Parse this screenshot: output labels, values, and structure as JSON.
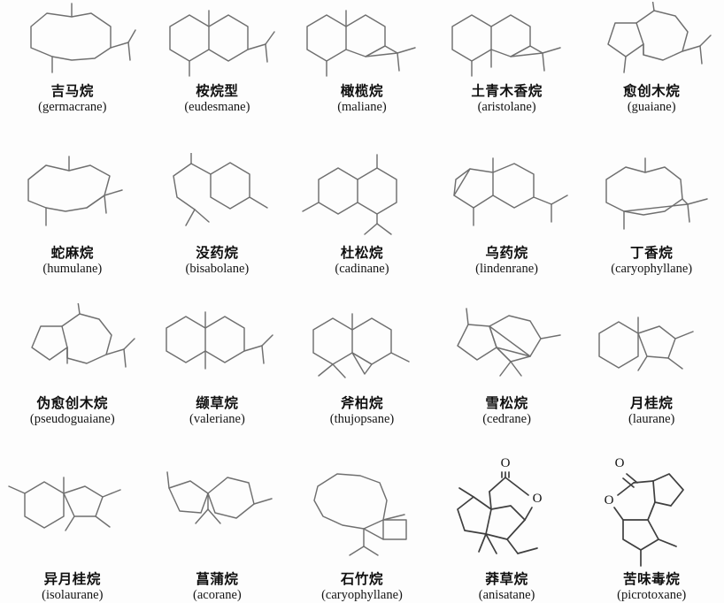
{
  "page": {
    "kind": "figure-plate",
    "caption": "",
    "grid": {
      "columns": 5,
      "rows": 4
    },
    "ink_color": "#6f6f6f",
    "background_color": "#fdfdfd",
    "text_color": "#101010"
  },
  "items": [
    {
      "cn": "吉马烷",
      "en": "(germacrane)",
      "skeleton": "cyclodecane-monocyclic",
      "icon": "germacrane-skeleton-icon"
    },
    {
      "cn": "桉烷型",
      "en": "(eudesmane)",
      "skeleton": "decalin-bicyclic",
      "icon": "eudesmane-skeleton-icon"
    },
    {
      "cn": "橄榄烷",
      "en": "(maliane)",
      "skeleton": "decalin-cyclopropane",
      "icon": "maliane-skeleton-icon"
    },
    {
      "cn": "土青木香烷",
      "en": "(aristolane)",
      "skeleton": "decalin-cyclopropane",
      "icon": "aristolane-skeleton-icon"
    },
    {
      "cn": "愈创木烷",
      "en": "(guaiane)",
      "skeleton": "hydroazulene-5-7",
      "icon": "guaiane-skeleton-icon"
    },
    {
      "cn": "蛇麻烷",
      "en": "(humulane)",
      "skeleton": "cycloundecane-monocyclic",
      "icon": "humulane-skeleton-icon"
    },
    {
      "cn": "没药烷",
      "en": "(bisabolane)",
      "skeleton": "cyclohexane-sidechain",
      "icon": "bisabolane-skeleton-icon"
    },
    {
      "cn": "杜松烷",
      "en": "(cadinane)",
      "skeleton": "decalin-bicyclic",
      "icon": "cadinane-skeleton-icon"
    },
    {
      "cn": "乌药烷",
      "en": "(lindenrane)",
      "skeleton": "decalin-cyclopropane",
      "icon": "lindenrane-skeleton-icon"
    },
    {
      "cn": "丁香烷",
      "en": "(caryophyllane)",
      "skeleton": "bicycloundecane",
      "icon": "caryophyllane-skeleton-icon"
    },
    {
      "cn": "伪愈创木烷",
      "en": "(pseudoguaiane)",
      "skeleton": "hydroazulene-5-7",
      "icon": "pseudoguaiane-skeleton-icon"
    },
    {
      "cn": "缬草烷",
      "en": "(valeriane)",
      "skeleton": "decalin-bicyclic",
      "icon": "valeriane-skeleton-icon"
    },
    {
      "cn": "斧柏烷",
      "en": "(thujopsane)",
      "skeleton": "decalin-cyclopropane",
      "icon": "thujopsane-skeleton-icon"
    },
    {
      "cn": "雪松烷",
      "en": "(cedrane)",
      "skeleton": "tricyclic-cedrane",
      "icon": "cedrane-skeleton-icon"
    },
    {
      "cn": "月桂烷",
      "en": "(laurane)",
      "skeleton": "cyclohexane-cyclopentane",
      "icon": "laurane-skeleton-icon"
    },
    {
      "cn": "异月桂烷",
      "en": "(isolaurane)",
      "skeleton": "cyclohexane-cyclopentane",
      "icon": "isolaurane-skeleton-icon"
    },
    {
      "cn": "菖蒲烷",
      "en": "(acorane)",
      "skeleton": "spiro-cyclopentane-cyclohexane",
      "icon": "acorane-skeleton-icon"
    },
    {
      "cn": "石竹烷",
      "en": "(caryophyllane)",
      "skeleton": "cyclobutane-cyclononane",
      "icon": "caryophyllane-2-skeleton-icon"
    },
    {
      "cn": "莽草烷",
      "en": "(anisatane)",
      "skeleton": "lactone-tricyclic",
      "icon": "anisatane-skeleton-icon"
    },
    {
      "cn": "苦味毒烷",
      "en": "(picrotoxane)",
      "skeleton": "lactone-tricyclic",
      "icon": "picrotoxane-skeleton-icon"
    }
  ],
  "atom_labels": {
    "oxygen": "O"
  }
}
